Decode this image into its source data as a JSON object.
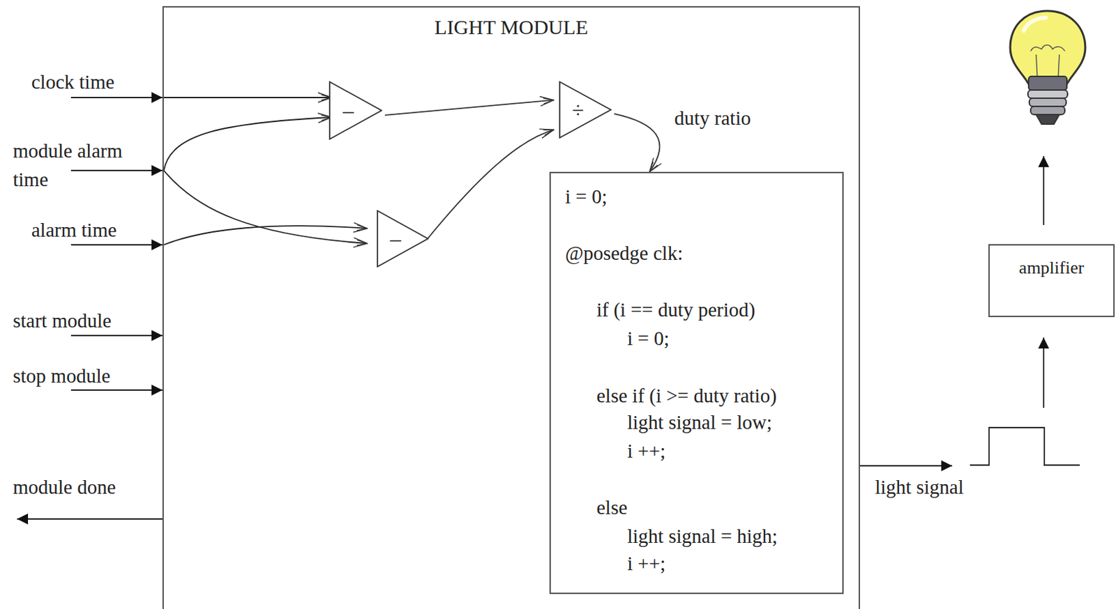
{
  "diagram": {
    "nodes": [
      {
        "text": [
          "LIGHT MODULE"
        ]
      },
      {
        "text": [
          "–"
        ],
        "in": 0
      },
      {
        "text": [
          "÷"
        ],
        "in": 0
      },
      {
        "text": [
          "–"
        ],
        "in": 0
      },
      {
        "text": [
          "i = 0;",
          "@posedge clk:",
          "if (i == duty period)",
          "i = 0;",
          "else if (i >= duty ratio)",
          "light signal = low;",
          "i ++;",
          "else",
          "light signal = high;",
          "i ++;"
        ],
        "in": 0
      },
      {
        "text": [
          "amplifier"
        ]
      }
    ],
    "edges": [
      {
        "from": 1,
        "to": 2,
        "arrow": "to"
      },
      {
        "from": 3,
        "to": 2,
        "arrow": "to"
      },
      {
        "from": 2,
        "to": 4,
        "arrow": "to",
        "label": "duty ratio"
      }
    ],
    "labels": [
      "clock time",
      "module alarm time",
      "alarm time",
      "start module",
      "stop module",
      "module done",
      "light signal"
    ]
  }
}
